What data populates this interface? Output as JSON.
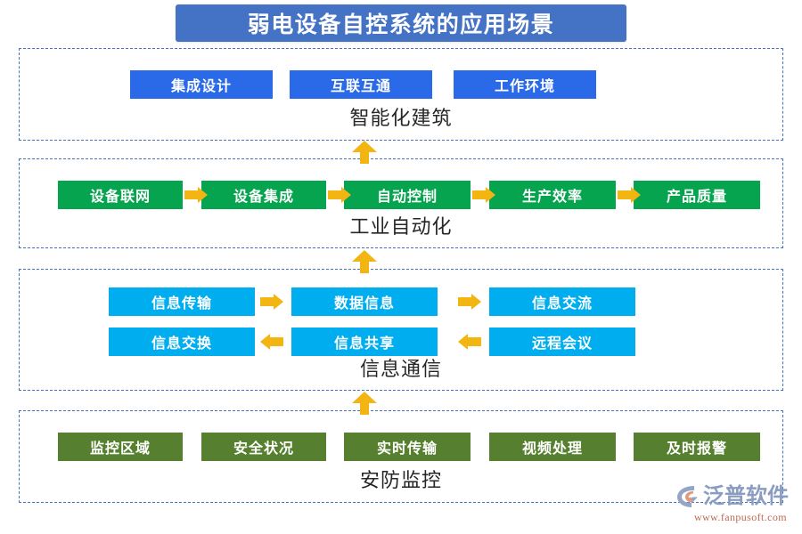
{
  "title": {
    "text": "弱电设备自控系统的应用场景",
    "banner_color": "#4472c4",
    "text_color": "#ffffff"
  },
  "palette": {
    "blue": "#2a6ae8",
    "green": "#06a44e",
    "cyan": "#00aeef",
    "olive": "#56802f",
    "arrow": "#f2b511",
    "dashed_border": "#4472c4"
  },
  "sections": [
    {
      "label": "智能化建筑",
      "color": "#2a6ae8",
      "rows": [
        {
          "boxes": [
            "集成设计",
            "互联互通",
            "工作环境"
          ],
          "arrows": []
        }
      ]
    },
    {
      "label": "工业自动化",
      "color": "#06a44e",
      "rows": [
        {
          "boxes": [
            "设备联网",
            "设备集成",
            "自动控制",
            "生产效率",
            "产品质量"
          ],
          "arrows": [
            "right",
            "right",
            "right",
            "right"
          ]
        }
      ]
    },
    {
      "label": "信息通信",
      "color": "#00aeef",
      "rows": [
        {
          "boxes": [
            "信息传输",
            "数据信息",
            "信息交流"
          ],
          "arrows": [
            "right",
            "right"
          ]
        },
        {
          "boxes": [
            "信息交换",
            "信息共享",
            "远程会议"
          ],
          "arrows": [
            "left",
            "left"
          ]
        }
      ]
    },
    {
      "label": "安防监控",
      "color": "#56802f",
      "rows": [
        {
          "boxes": [
            "监控区域",
            "安全状况",
            "实时传输",
            "视频处理",
            "及时报警"
          ],
          "arrows": []
        }
      ]
    }
  ],
  "connectors": {
    "icon": "arrow-up-icon",
    "color": "#f2b511",
    "count": 3
  },
  "logo": {
    "mark": "fanpu-swoosh-icon",
    "name": "泛普软件",
    "url": "www.fanpusoft.com",
    "name_color": "#8a9cc0",
    "url_color": "#c06a52"
  }
}
